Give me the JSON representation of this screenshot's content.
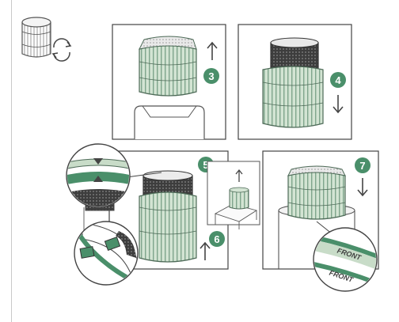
{
  "steps": [
    {
      "number": "3",
      "action": "lift-up"
    },
    {
      "number": "4",
      "action": "push-down"
    },
    {
      "number": "5",
      "action": "align-arrows"
    },
    {
      "number": "6",
      "action": "insert-up"
    },
    {
      "number": "7",
      "action": "lower-into-base"
    }
  ],
  "labels": {
    "front_upper": "FRONT",
    "front_lower": "FRONT"
  },
  "colors": {
    "accent": "#4a8f6a",
    "filter_green": "#c8dcc8",
    "filter_dark": "#3a3a3a",
    "line": "#444444"
  },
  "icons": [
    "filter-replace-icon",
    "up-arrow-icon",
    "down-arrow-icon"
  ]
}
